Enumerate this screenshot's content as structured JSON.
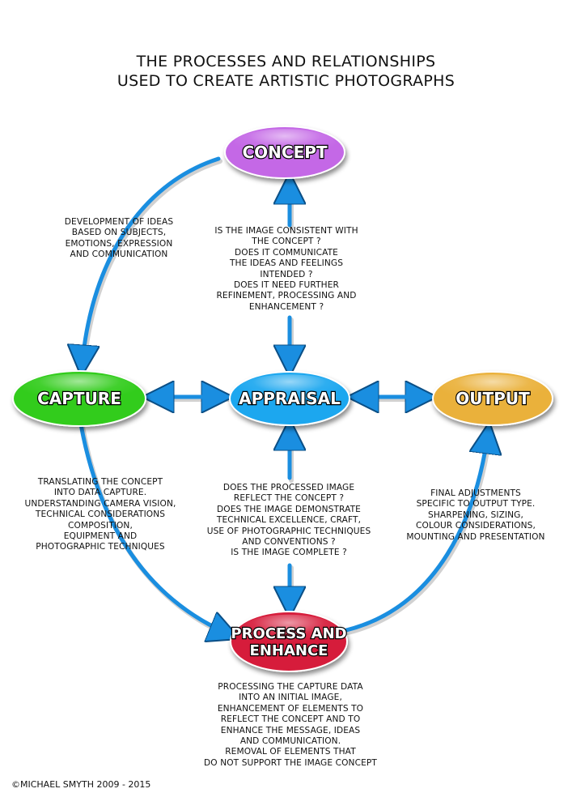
{
  "title": {
    "line1": "THE PROCESSES AND RELATIONSHIPS",
    "line2": "USED TO CREATE ARTISTIC PHOTOGRAPHS"
  },
  "nodes": {
    "concept": {
      "line1": "CONCEPT",
      "line2": "",
      "fill": "#c467e6"
    },
    "capture": {
      "line1": "CAPTURE",
      "line2": "",
      "fill": "#33cc1f"
    },
    "appraisal": {
      "line1": "APPRAISAL",
      "line2": "",
      "fill": "#1ea7ef"
    },
    "output": {
      "line1": "OUTPUT",
      "line2": "",
      "fill": "#eab13a"
    },
    "process": {
      "line1": "PROCESS AND",
      "line2": "ENHANCE",
      "fill": "#d61d3a"
    }
  },
  "arrow_color": "#1a8ee0",
  "notes": {
    "development": [
      "DEVELOPMENT OF IDEAS",
      "BASED ON SUBJECTS,",
      "EMOTIONS, EXPRESSION",
      "AND COMMUNICATION"
    ],
    "consistency": [
      "IS THE IMAGE CONSISTENT WITH",
      "THE CONCEPT ?",
      "DOES IT COMMUNICATE",
      "THE IDEAS AND FEELINGS",
      "INTENDED ?",
      "DOES IT NEED FURTHER",
      "REFINEMENT, PROCESSING AND",
      "ENHANCEMENT ?"
    ],
    "translating": [
      "TRANSLATING THE CONCEPT",
      "INTO DATA CAPTURE.",
      "UNDERSTANDING CAMERA VISION,",
      "TECHNICAL CONSIDERATIONS",
      "COMPOSITION,",
      "EQUIPMENT AND",
      "PHOTOGRAPHIC TECHNIQUES"
    ],
    "reflect": [
      "DOES THE PROCESSED IMAGE",
      "REFLECT THE CONCEPT ?",
      "DOES THE IMAGE DEMONSTRATE",
      "TECHNICAL EXCELLENCE, CRAFT,",
      "USE OF PHOTOGRAPHIC TECHNIQUES",
      "AND CONVENTIONS ?",
      "IS THE IMAGE COMPLETE ?"
    ],
    "final": [
      "FINAL ADJUSTMENTS",
      "SPECIFIC TO OUTPUT TYPE.",
      "SHARPENING, SIZING,",
      "COLOUR CONSIDERATIONS,",
      "MOUNTING AND PRESENTATION"
    ],
    "processing": [
      "PROCESSING THE CAPTURE DATA",
      "INTO AN INITIAL IMAGE,",
      "ENHANCEMENT OF ELEMENTS TO",
      "REFLECT THE CONCEPT AND TO",
      "ENHANCE THE MESSAGE, IDEAS",
      "AND COMMUNICATION.",
      "REMOVAL OF ELEMENTS THAT",
      "DO NOT SUPPORT THE IMAGE CONCEPT"
    ]
  },
  "copyright": "©MICHAEL SMYTH 2009 - 2015"
}
